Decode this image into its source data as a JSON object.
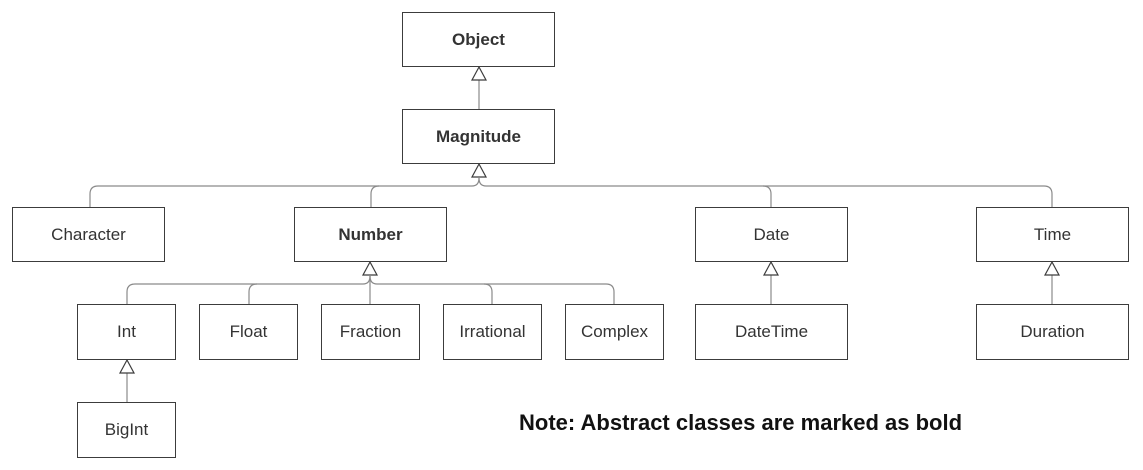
{
  "classes": {
    "object": "Object",
    "magnitude": "Magnitude",
    "character": "Character",
    "number": "Number",
    "date": "Date",
    "time": "Time",
    "int": "Int",
    "float": "Float",
    "fraction": "Fraction",
    "irrational": "Irrational",
    "complex": "Complex",
    "datetime": "DateTime",
    "duration": "Duration",
    "bigint": "BigInt"
  },
  "abstract_classes": [
    "Object",
    "Magnitude",
    "Number"
  ],
  "inheritance": [
    {
      "child": "Magnitude",
      "parent": "Object"
    },
    {
      "child": "Character",
      "parent": "Magnitude"
    },
    {
      "child": "Number",
      "parent": "Magnitude"
    },
    {
      "child": "Date",
      "parent": "Magnitude"
    },
    {
      "child": "Time",
      "parent": "Magnitude"
    },
    {
      "child": "Int",
      "parent": "Number"
    },
    {
      "child": "Float",
      "parent": "Number"
    },
    {
      "child": "Fraction",
      "parent": "Number"
    },
    {
      "child": "Irrational",
      "parent": "Number"
    },
    {
      "child": "Complex",
      "parent": "Number"
    },
    {
      "child": "DateTime",
      "parent": "Date"
    },
    {
      "child": "Duration",
      "parent": "Time"
    },
    {
      "child": "BigInt",
      "parent": "Int"
    }
  ],
  "note": "Note: Abstract classes are marked as bold"
}
